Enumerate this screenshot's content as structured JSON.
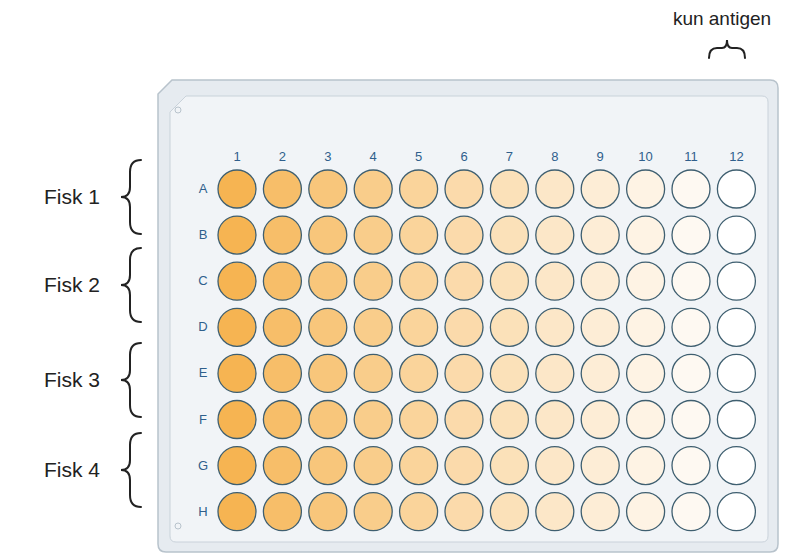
{
  "diagram": {
    "labels": [
      "kun antigen",
      "Fisk 1",
      "Fisk 2",
      "Fisk 3",
      "Fisk 4",
      "1",
      "2",
      "3",
      "4",
      "5",
      "6",
      "7",
      "8",
      "9",
      "10",
      "11",
      "12",
      "A",
      "B",
      "C",
      "D",
      "E",
      "F",
      "G",
      "H"
    ]
  }
}
